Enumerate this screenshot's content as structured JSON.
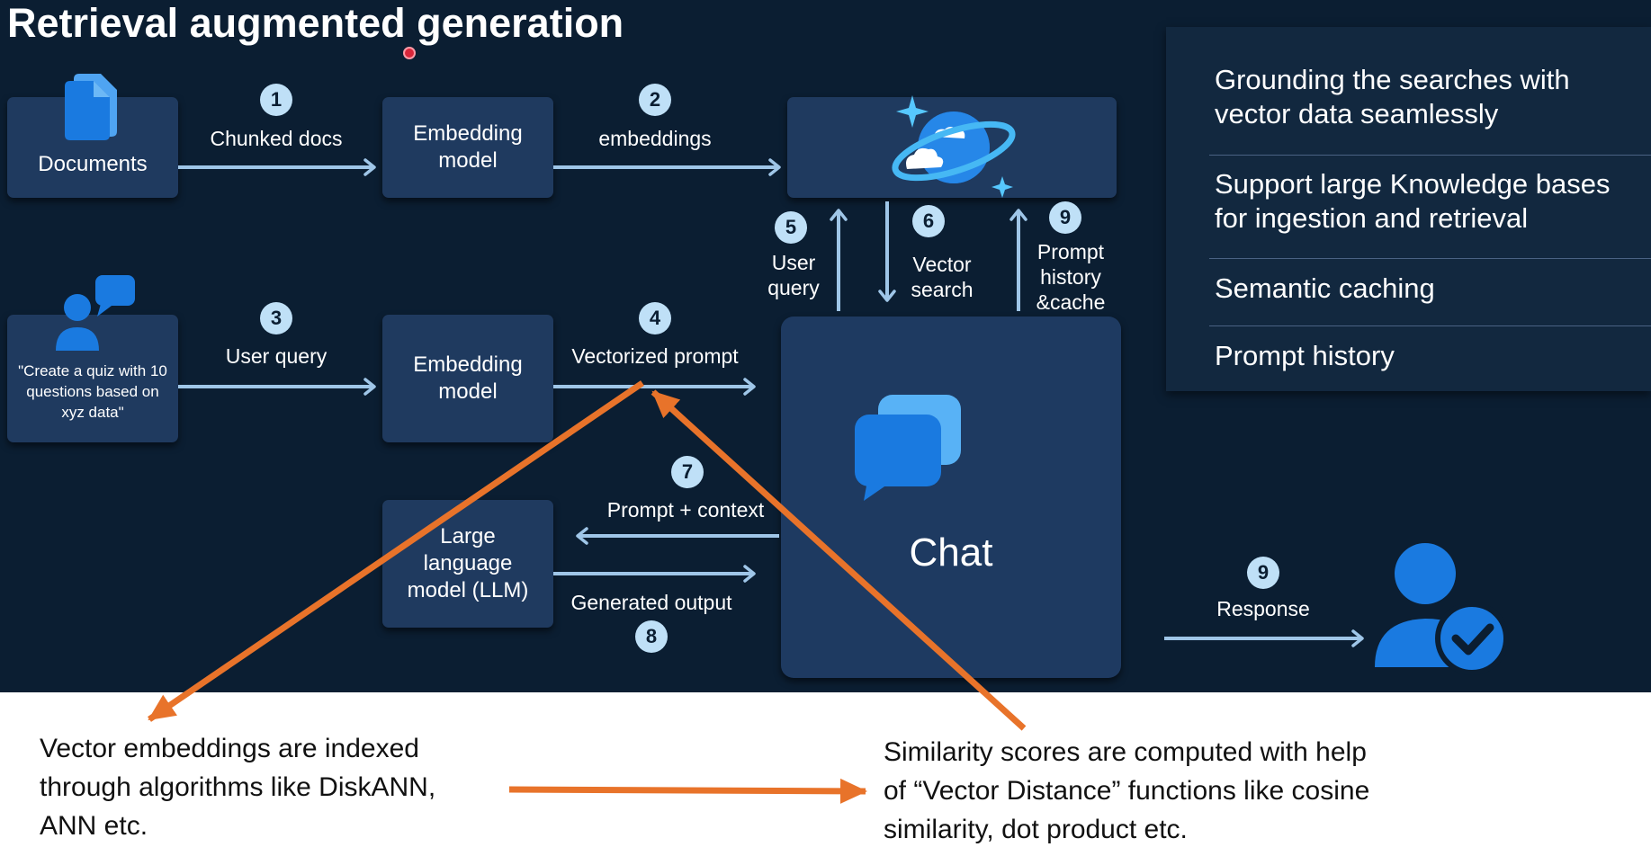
{
  "title": "Retrieval augmented generation",
  "boxes": {
    "documents": "Documents",
    "embedding_top": "Embedding\nmodel",
    "quiz_prompt": "\"Create a quiz with 10\nquestions based on\nxyz data\"",
    "embedding_bottom": "Embedding\nmodel",
    "llm": "Large\nlanguage\nmodel (LLM)",
    "chat": "Chat"
  },
  "flows": {
    "chunked_docs": "Chunked docs",
    "embeddings": "embeddings",
    "user_query": "User query",
    "vectorized_prompt": "Vectorized prompt",
    "user_query_up": "User\nquery",
    "vector_search": "Vector\nsearch",
    "prompt_history_cache": "Prompt\nhistory\n&cache",
    "prompt_context": "Prompt + context",
    "generated_output": "Generated output",
    "response": "Response"
  },
  "steps": {
    "chunked_docs": "1",
    "embeddings": "2",
    "user_query": "3",
    "vectorized_prompt": "4",
    "user_query_up": "5",
    "vector_search": "6",
    "prompt_history": "9",
    "prompt_context": "7",
    "generated_output": "8",
    "response": "9"
  },
  "panel": {
    "items": [
      "Grounding the searches with vector data seamlessly",
      "Support large Knowledge bases for ingestion and retrieval",
      "Semantic caching",
      "Prompt history"
    ]
  },
  "notes": {
    "left": "Vector embeddings are indexed\nthrough algorithms like DiskANN,\nANN etc.",
    "right": "Similarity scores are computed with help\nof “Vector Distance” functions like cosine\nsimilarity, dot product etc."
  },
  "colors": {
    "slide_bg": "#0b1e32",
    "box_bg": "#1f3a5f",
    "arrow": "#9fc6e8",
    "badge": "#bfe0f7",
    "icon_blue": "#1a7ae0",
    "annotation": "#e8732a"
  },
  "icons": {
    "documents": "document-icon",
    "database": "cosmos-db-icon",
    "chat": "chat-bubbles-icon",
    "user_query": "person-chat-icon",
    "response": "person-check-icon"
  }
}
